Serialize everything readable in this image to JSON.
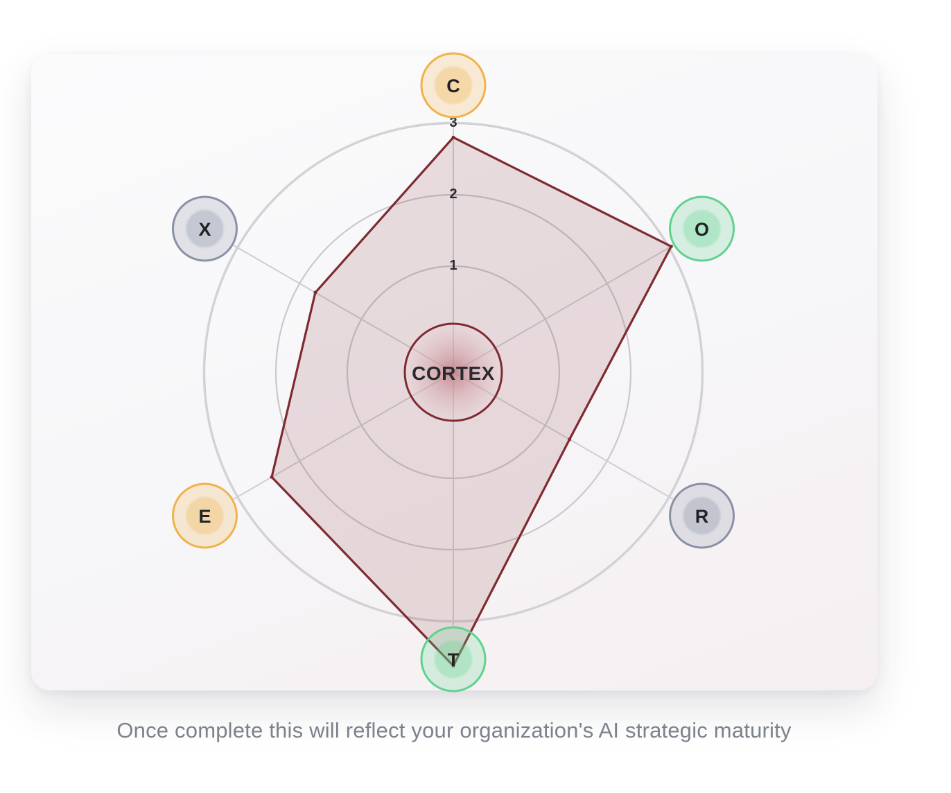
{
  "chart_data": {
    "type": "radar",
    "categories": [
      "C",
      "O",
      "R",
      "T",
      "E",
      "X"
    ],
    "values": [
      2.8,
      3.0,
      1.6,
      3.5,
      2.5,
      1.9
    ],
    "rlim": [
      0,
      3
    ],
    "ring_ticks": [
      "1",
      "2",
      "3"
    ],
    "center_label": "CORTEX",
    "axis_colors": {
      "C": "#f0b24a",
      "O": "#5fd28e",
      "R": "#8a90a6",
      "T": "#5fd28e",
      "E": "#f0b24a",
      "X": "#8a90a6"
    },
    "series_color": "#7e2b30",
    "grid": true
  },
  "caption": "Once complete this will reflect your organization's AI strategic maturity"
}
